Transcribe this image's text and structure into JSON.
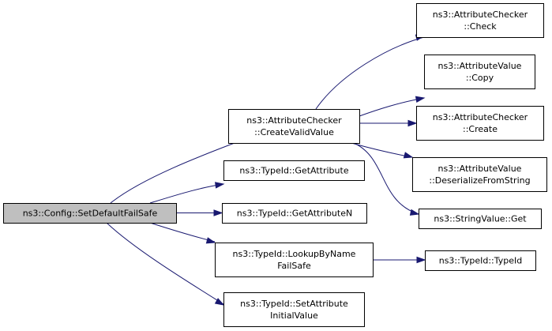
{
  "graph": {
    "nodes": [
      {
        "id": "root",
        "lines": [
          "ns3::Config::SetDefaultFailSafe"
        ],
        "root": true
      },
      {
        "id": "createvalid",
        "lines": [
          "ns3::AttributeChecker",
          "::CreateValidValue"
        ]
      },
      {
        "id": "getattr",
        "lines": [
          "ns3::TypeId::GetAttribute"
        ]
      },
      {
        "id": "getattrn",
        "lines": [
          "ns3::TypeId::GetAttributeN"
        ]
      },
      {
        "id": "lookup",
        "lines": [
          "ns3::TypeId::LookupByName",
          "FailSafe"
        ]
      },
      {
        "id": "setattr",
        "lines": [
          "ns3::TypeId::SetAttribute",
          "InitialValue"
        ]
      },
      {
        "id": "check",
        "lines": [
          "ns3::AttributeChecker",
          "::Check"
        ]
      },
      {
        "id": "copy",
        "lines": [
          "ns3::AttributeValue",
          "::Copy"
        ]
      },
      {
        "id": "create",
        "lines": [
          "ns3::AttributeChecker",
          "::Create"
        ]
      },
      {
        "id": "deser",
        "lines": [
          "ns3::AttributeValue",
          "::DeserializeFromString"
        ]
      },
      {
        "id": "strget",
        "lines": [
          "ns3::StringValue::Get"
        ]
      },
      {
        "id": "typeid",
        "lines": [
          "ns3::TypeId::TypeId"
        ]
      }
    ],
    "edges": [
      {
        "from": "root",
        "to": "createvalid"
      },
      {
        "from": "root",
        "to": "getattr"
      },
      {
        "from": "root",
        "to": "getattrn"
      },
      {
        "from": "root",
        "to": "lookup"
      },
      {
        "from": "root",
        "to": "setattr"
      },
      {
        "from": "createvalid",
        "to": "check"
      },
      {
        "from": "createvalid",
        "to": "copy"
      },
      {
        "from": "createvalid",
        "to": "create"
      },
      {
        "from": "createvalid",
        "to": "deser"
      },
      {
        "from": "createvalid",
        "to": "strget"
      },
      {
        "from": "lookup",
        "to": "typeid"
      }
    ]
  }
}
